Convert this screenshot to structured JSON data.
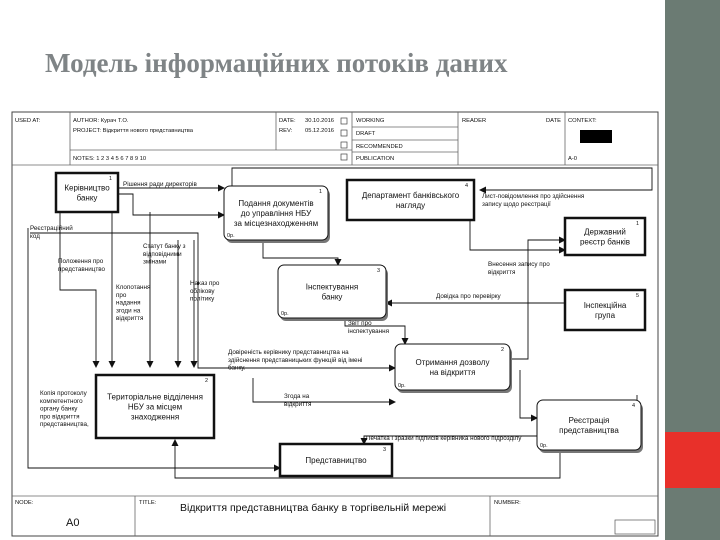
{
  "slide": {
    "title": "Модель інформаційних потоків даних"
  },
  "header": {
    "used_at": "USED AT:",
    "author": "AUTHOR:  Курач Т.О.",
    "project": "PROJECT:  Відкриття нового представництва",
    "notes": "NOTES:  1  2  3  4  5  6  7  8  9  10",
    "date_label": "DATE:",
    "date_value": "30.10.2016",
    "rev_label": "REV:",
    "rev_value": "05.12.2016",
    "status": [
      "WORKING",
      "DRAFT",
      "RECOMMENDED",
      "PUBLICATION"
    ],
    "reader": "READER",
    "date2": "DATE",
    "context": "CONTEXT:",
    "node_ref": "A-0"
  },
  "footer": {
    "node_label": "NODE:",
    "node_value": "A0",
    "title_label": "TITLE:",
    "title_value": "Відкриття представництва банку в торгівельній мережі",
    "number_label": "NUMBER:"
  },
  "boxes": [
    {
      "id": "kerivnytstvo",
      "num": "1",
      "lines": [
        "Керівництво",
        "банку"
      ]
    },
    {
      "id": "podannya",
      "num": "1",
      "ref": "0р.",
      "lines": [
        "Подання документів",
        "до управління НБУ",
        "за місцезнаходженням"
      ]
    },
    {
      "id": "departament",
      "num": "4",
      "lines": [
        "Департамент банківського",
        "нагляду"
      ]
    },
    {
      "id": "derzh-reestr",
      "num": "1",
      "lines": [
        "Державний",
        "реєстр банків"
      ]
    },
    {
      "id": "inspektuvannya",
      "num": "3",
      "ref": "0р.",
      "lines": [
        "Інспектування",
        "банку"
      ]
    },
    {
      "id": "inspekts-grupa",
      "num": "5",
      "lines": [
        "Інспекційна",
        "група"
      ]
    },
    {
      "id": "otrymannya",
      "num": "2",
      "ref": "0р.",
      "lines": [
        "Отримання дозволу",
        "на відкриття"
      ]
    },
    {
      "id": "terytorialne",
      "num": "2",
      "lines": [
        "Територіальне відділення",
        "НБУ за місцем",
        "знаходження"
      ]
    },
    {
      "id": "reestratsiya",
      "num": "4",
      "ref": "0р.",
      "lines": [
        "Реєстрація",
        "представництва"
      ]
    },
    {
      "id": "predstavnytstvo",
      "num": "3",
      "lines": [
        "Представництво"
      ]
    }
  ],
  "arrows": [
    {
      "id": "rishennya",
      "lines": [
        "Рішення ради директорів"
      ]
    },
    {
      "id": "lyst",
      "lines": [
        "Лист-повідомлення про здійснення",
        "запису щодо реєстрації"
      ]
    },
    {
      "id": "reestr-kod",
      "lines": [
        "Реєстраційний",
        "код"
      ]
    },
    {
      "id": "polozhennya",
      "lines": [
        "Положення про",
        "представництво"
      ]
    },
    {
      "id": "statut",
      "lines": [
        "Статут банку з",
        "відповідними",
        "змінами"
      ]
    },
    {
      "id": "vnesennya",
      "lines": [
        "Внесення запису про",
        "відкриття"
      ]
    },
    {
      "id": "klopotannya",
      "lines": [
        "Клопотання",
        "про",
        "надання",
        "згоди на",
        "відкриття"
      ]
    },
    {
      "id": "nakaz",
      "lines": [
        "Наказ про",
        "облікову",
        "політику"
      ]
    },
    {
      "id": "dovidka",
      "lines": [
        "Довідка про перевірку"
      ]
    },
    {
      "id": "zvit",
      "lines": [
        "Звіт про",
        "інспектування"
      ]
    },
    {
      "id": "dovirenist",
      "lines": [
        "Довіреність керівнику представництва на",
        "здійснення представницьких функцій від імені",
        "банку."
      ]
    },
    {
      "id": "kopiya",
      "lines": [
        "Копія протоколу",
        "компетентного",
        "органу банку",
        "про відкриття",
        "представництва,"
      ]
    },
    {
      "id": "zgoda",
      "lines": [
        "Згода на",
        "відкриття"
      ]
    },
    {
      "id": "pechatka",
      "lines": [
        "Печатка і зразки підписів керівника нового підрозділу"
      ]
    }
  ]
}
